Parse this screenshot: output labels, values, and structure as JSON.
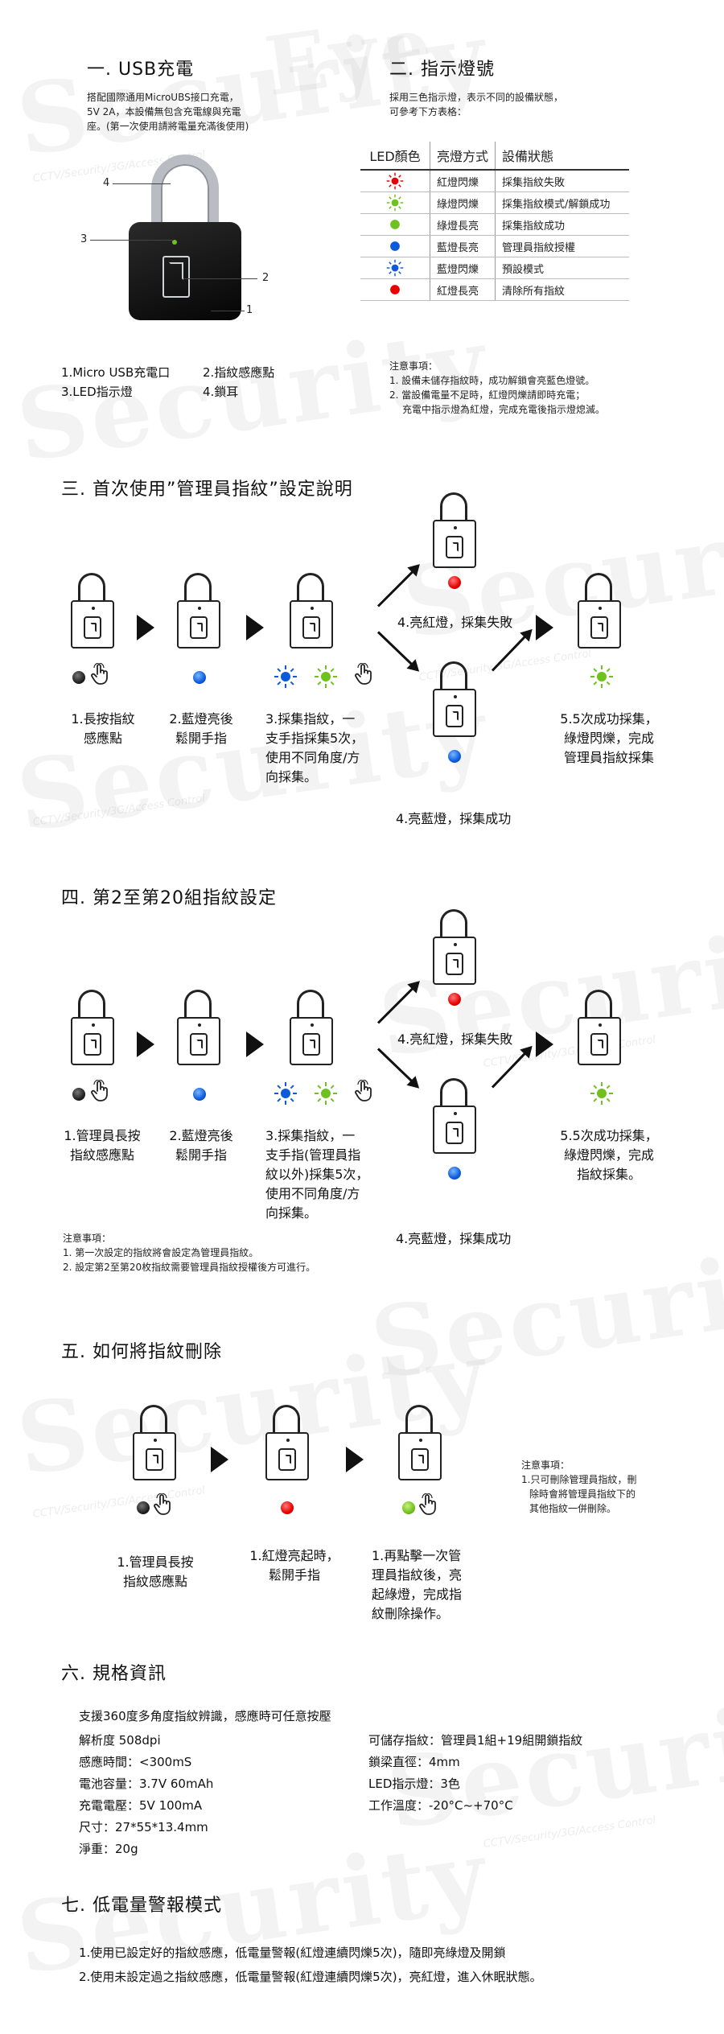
{
  "watermark": {
    "brand_a": "Security",
    "brand_b": "Eye",
    "tagline": "CCTV/Security/3G/Access Control"
  },
  "s1": {
    "title": "一. USB充電",
    "desc": [
      "搭配國際通用MicroUBS接口充電，",
      "5V 2A，本設備無包含充電線與充電",
      "座。(第一次使用請將電量充滿後使用)"
    ],
    "callouts": [
      "4",
      "3",
      "2",
      "1"
    ],
    "legend": [
      "1.Micro USB充電口",
      "2.指紋感應點",
      "3.LED指示燈",
      "4.鎖耳"
    ]
  },
  "s2": {
    "title": "二. 指示燈號",
    "desc": [
      "採用三色指示燈，表示不同的設備狀態，",
      "可參考下方表格："
    ],
    "headers": [
      "LED顏色",
      "亮燈方式",
      "設備狀態"
    ],
    "rows": [
      {
        "color": "#e80000",
        "flash": true,
        "mode": "紅燈閃爍",
        "state": "採集指紋失敗"
      },
      {
        "color": "#6fc21d",
        "flash": true,
        "mode": "綠燈閃爍",
        "state": "採集指紋模式/解鎖成功"
      },
      {
        "color": "#6fc21d",
        "flash": false,
        "mode": "綠燈長亮",
        "state": "採集指紋成功"
      },
      {
        "color": "#0d5bdd",
        "flash": false,
        "mode": "藍燈長亮",
        "state": "管理員指紋授權"
      },
      {
        "color": "#0d5bdd",
        "flash": true,
        "mode": "藍燈閃爍",
        "state": "預設模式"
      },
      {
        "color": "#e80000",
        "flash": false,
        "mode": "紅燈長亮",
        "state": "清除所有指紋"
      }
    ],
    "notes_title": "注意事項：",
    "notes": [
      "1. 設備未儲存指紋時，成功解鎖會亮藍色燈號。",
      "2. 當設備電量不足時，紅燈閃爍請即時充電；",
      "充電中指示燈為紅燈，完成充電後指示燈熄滅。"
    ]
  },
  "s3": {
    "title": "三. 首次使用”管理員指紋”設定說明",
    "step1": [
      "1.長按指紋",
      "感應點"
    ],
    "step2": [
      "2.藍燈亮後",
      "鬆開手指"
    ],
    "step3": [
      "3.採集指紋，一",
      "支手指採集5次，",
      "使用不同角度/方",
      "向採集。"
    ],
    "fail": "4.亮紅燈，採集失敗",
    "success": "4.亮藍燈，採集成功",
    "step5": [
      "5.5次成功採集，",
      "綠燈閃爍，完成",
      "管理員指紋採集"
    ]
  },
  "s4": {
    "title": "四. 第2至第20組指紋設定",
    "step1": [
      "1.管理員長按",
      "指紋感應點"
    ],
    "step2": [
      "2.藍燈亮後",
      "鬆開手指"
    ],
    "step3": [
      "3.採集指紋，一",
      "支手指(管理員指",
      "紋以外)採集5次，",
      "使用不同角度/方",
      "向採集。"
    ],
    "fail": "4.亮紅燈，採集失敗",
    "success": "4.亮藍燈，採集成功",
    "step5": [
      "5.5次成功採集，",
      "綠燈閃爍，完成",
      "指紋採集。"
    ],
    "notes_title": "注意事項：",
    "notes": [
      "1. 第一次設定的指紋將會設定為管理員指紋。",
      "2. 設定第2至第20枚指紋需要管理員指紋授權後方可進行。"
    ]
  },
  "s5": {
    "title": "五. 如何將指紋刪除",
    "step1": [
      "1.管理員長按",
      "指紋感應點"
    ],
    "step2": [
      "1.紅燈亮起時，",
      "鬆開手指"
    ],
    "step3": [
      "1.再點擊一次管",
      "理員指紋後，亮",
      "起綠燈，完成指",
      "紋刪除操作。"
    ],
    "notes_title": "注意事項：",
    "notes": [
      "1.只可刪除管理員指紋，刪",
      "除時會將管理員指紋下的",
      "其他指紋一併刪除。"
    ]
  },
  "s6": {
    "title": "六. 規格資訊",
    "intro": "支援360度多角度指紋辨識，感應時可任意按壓",
    "left": [
      "解析度 508dpi",
      "感應時間：<300mS",
      "電池容量：3.7V 60mAh",
      "充電電壓：5V 100mA",
      "尺寸：27*55*13.4mm",
      "淨重：20g"
    ],
    "right": [
      "可儲存指紋：管理員1組+19組開鎖指紋",
      "鎖梁直徑：4mm",
      "LED指示燈：3色",
      "工作溫度：-20°C~+70°C"
    ]
  },
  "s7": {
    "title": "七. 低電量警報模式",
    "lines": [
      "1.使用已設定好的指紋感應，低電量警報(紅燈連續閃爍5次)，隨即亮綠燈及開鎖",
      "2.使用未設定過之指紋感應，低電量警報(紅燈連續閃爍5次)，亮紅燈，進入休眠狀態。"
    ]
  }
}
